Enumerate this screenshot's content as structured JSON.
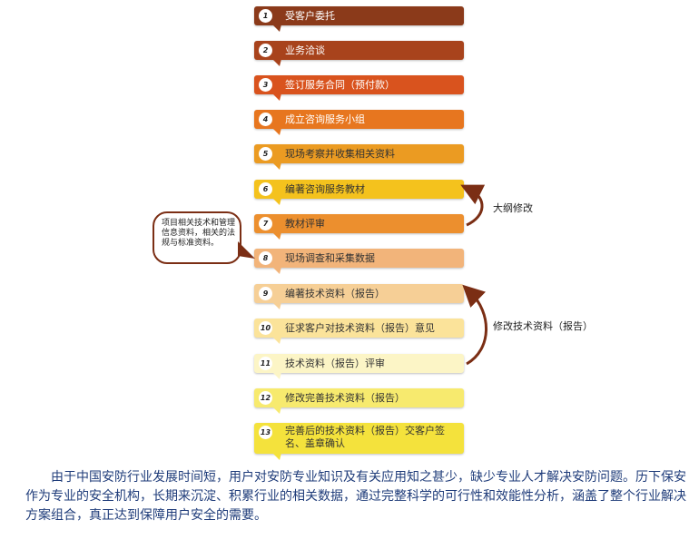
{
  "steps": [
    {
      "n": "1",
      "label": "受客户委托",
      "color": "#8b3a1a"
    },
    {
      "n": "2",
      "label": "业务洽谈",
      "color": "#a8431c"
    },
    {
      "n": "3",
      "label": "签订服务合同（预付款）",
      "color": "#d9531e"
    },
    {
      "n": "4",
      "label": "成立咨询服务小组",
      "color": "#e7761f"
    },
    {
      "n": "5",
      "label": "现场考察并收集相关资料",
      "color": "#eb9b22"
    },
    {
      "n": "6",
      "label": "编著咨询服务教材",
      "color": "#f4c21d"
    },
    {
      "n": "7",
      "label": "教材评审",
      "color": "#ec8f2e"
    },
    {
      "n": "8",
      "label": "现场调查和采集数据",
      "color": "#f2b47a"
    },
    {
      "n": "9",
      "label": "编著技术资料（报告）",
      "color": "#f6cf96"
    },
    {
      "n": "10",
      "label": "征求客户对技术资料（报告）意见",
      "color": "#fbe39a"
    },
    {
      "n": "11",
      "label": "技术资料（报告）评审",
      "color": "#fcf5c6"
    },
    {
      "n": "12",
      "label": "修改完善技术资料（报告）",
      "color": "#f7ea6e"
    },
    {
      "n": "13",
      "label": "完善后的技术资料（报告）交客户签名、盖章确认",
      "color": "#f4e23c"
    }
  ],
  "note": "项目相关技术和管理信息资料，相关的法规与标准资料。",
  "loops": {
    "outline": "大纲修改",
    "report": "修改技术资料（报告）"
  },
  "footer": "由于中国安防行业发展时间短，用户对安防专业知识及有关应用知之甚少，缺少专业人才解决安防问题。历下保安作为专业的安全机构，长期来沉淀、积累行业的相关数据，通过完整科学的可行性和效能性分析，涵盖了整个行业解决方案组合，真正达到保障用户安全的需要。",
  "colors": {
    "arrow": "#7b2e14",
    "footer_text": "#1f3c7a"
  }
}
